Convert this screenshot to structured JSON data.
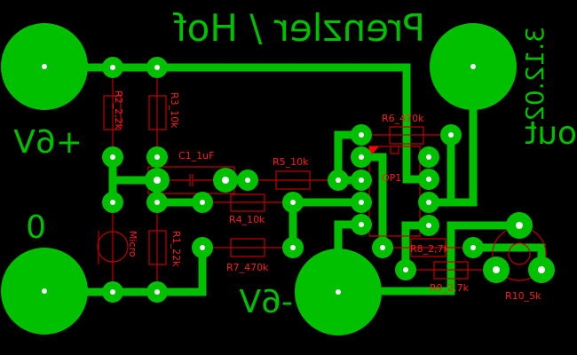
{
  "board": {
    "title": "Prenzler / Hof",
    "date": "3.12.02",
    "terminals": {
      "positive": "+6V",
      "ground": "0",
      "negative": "-6V",
      "output": "out"
    },
    "colors": {
      "copper": "#00c000",
      "silkscreen": "#c00000",
      "background": "#000000"
    }
  },
  "components": {
    "r1": "R1_22k",
    "r2": "R2_2,2k",
    "r3": "R3_10k",
    "r4": "R4_10k",
    "r5": "R5_10k",
    "r6": "R6_470k",
    "r7": "R7_470k",
    "r8": "R8_2,7k",
    "r9": "R9_2,7k",
    "r10": "R10_5k",
    "c1": "C1_1uF",
    "op1": "OP1",
    "mic": "Micro"
  }
}
